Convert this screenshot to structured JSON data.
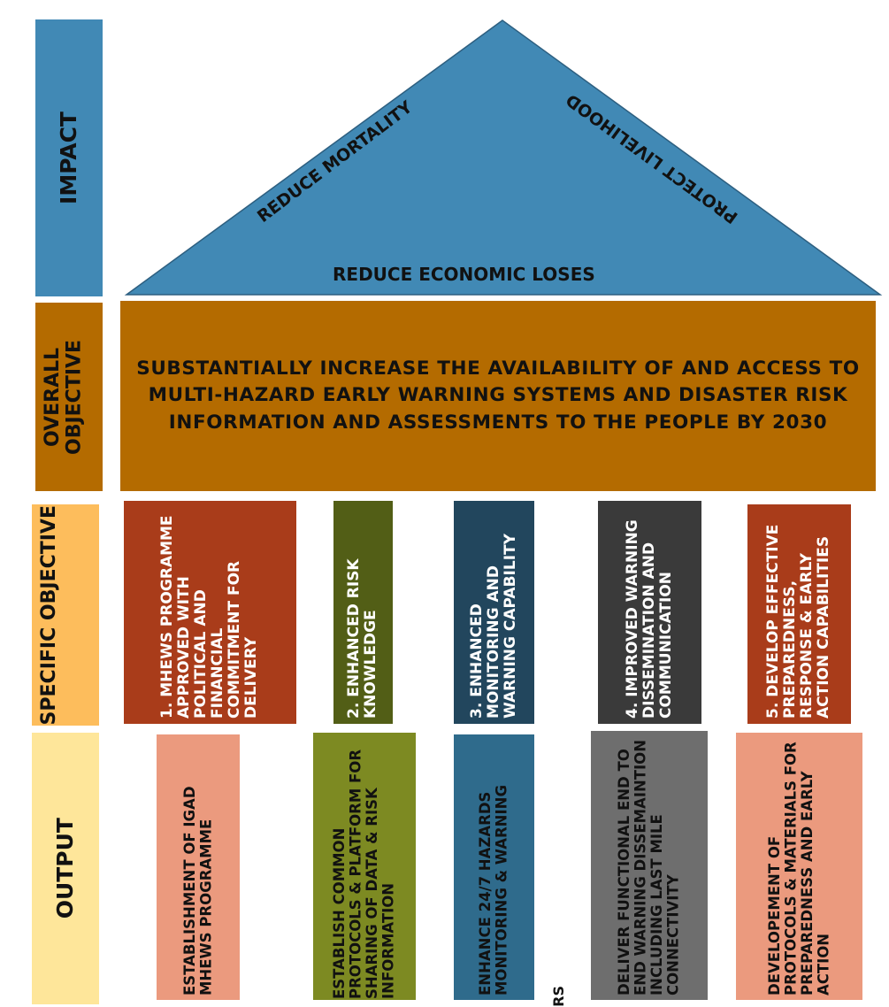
{
  "colors": {
    "impact": "#4189b5",
    "overall": "#b46b00",
    "specific_label": "#fdbd5c",
    "output_label": "#fee69a"
  },
  "rows": {
    "impact": "IMPACT",
    "overall": "OVERALL OBJECTIVE",
    "specific": "SPECIFIC OBJECTIVE",
    "output": "OUTPUT"
  },
  "impact": {
    "left": "REDUCE MORTALITY",
    "right": "PROTECT LIVELIHOOD",
    "base": "REDUCE ECONOMIC LOSES"
  },
  "overall_objective": "SUBSTANTIALLY INCREASE THE AVAILABILITY OF AND ACCESS TO MULTI-HAZARD EARLY WARNING SYSTEMS AND DISASTER RISK INFORMATION AND ASSESSMENTS TO THE PEOPLE BY 2030",
  "specific_objectives": [
    {
      "text": "1. MHEWS PROGRAMME APPROVED WITH POLITICAL AND FINANCIAL COMMITMENT FOR DELIVERY",
      "color": "#a93c1a"
    },
    {
      "text": "2. ENHANCED RISK KNOWLEDGE",
      "color": "#525e16"
    },
    {
      "text": "3. ENHANCED MONITORING AND WARNING CAPABILITY",
      "color": "#22465d"
    },
    {
      "text": "4. IMPROVED WARNING DISSEMINATION AND COMMUNICATION",
      "color": "#3a3a3a"
    },
    {
      "text": "5. DEVELOP EFFECTIVE PREPAREDNESS, RESPONSE & EARLY ACTION CAPABILITIES",
      "color": "#a93c1a"
    }
  ],
  "outputs": [
    {
      "text": "ESTABLISHMENT OF IGAD MHEWS PROGRAMME",
      "color": "#eb9a7e"
    },
    {
      "text": "ESTABLISH COMMON PROTOCOLS & PLATFORM FOR SHARING OF DATA & RISK INFORMATION",
      "color": "#7d8a22"
    },
    {
      "text": "ENHANCE 24/7 HAZARDS MONITORING & WARNING",
      "color": "#2f6b8c"
    },
    {
      "text": "DELIVER FUNCTIONAL END TO END WARNING DISSEMAINTION INCLUDING LAST MILE CONNECTIVITY",
      "color": "#6e6e6e"
    },
    {
      "text": "DEVELOPEMENT OF PROTOCOLS & MATERIALS FOR PREPAREDNESS AND EARLY ACTION",
      "color": "#eb9a7e"
    }
  ],
  "fragment": "RS"
}
